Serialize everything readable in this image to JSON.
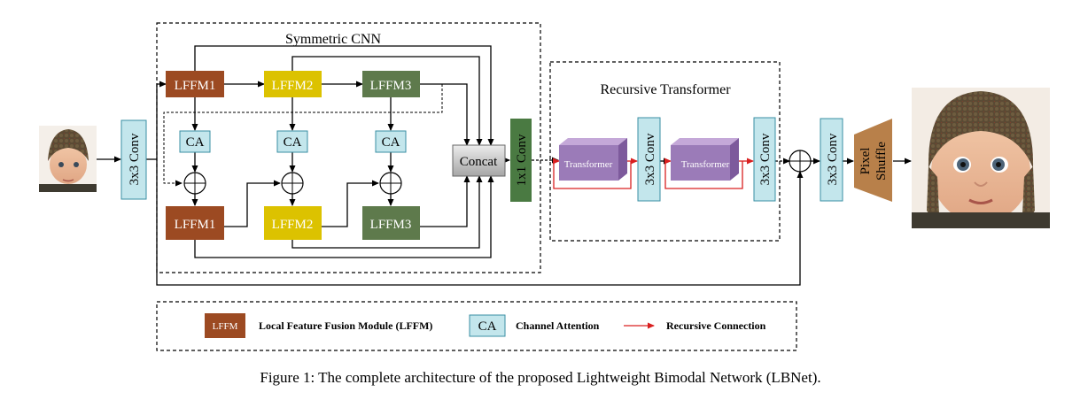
{
  "regions": {
    "symmetric_cnn": "Symmetric CNN",
    "recursive_transformer": "Recursive Transformer"
  },
  "blocks": {
    "conv_input": "3x3 Conv",
    "lffm_top": [
      "LFFM1",
      "LFFM2",
      "LFFM3"
    ],
    "lffm_bottom": [
      "LFFM1",
      "LFFM2",
      "LFFM3"
    ],
    "ca": "CA",
    "concat": "Concat",
    "conv_1x1": "1x1 Conv",
    "transformer": "Transformer",
    "conv_mid": "3x3 Conv",
    "conv_after": "3x3 Conv",
    "conv_final": "3x3 Conv",
    "pixel_shuffle_line1": "Pixel",
    "pixel_shuffle_line2": "Shuffle"
  },
  "legend": {
    "lffm_swatch": "LFFM",
    "lffm_label": "Local Feature Fusion Module (LFFM)",
    "ca_swatch": "CA",
    "ca_label": "Channel Attention",
    "recursive_label": "Recursive Connection"
  },
  "caption": "Figure 1: The complete architecture of the proposed Lightweight Bimodal Network (LBNet).",
  "colors": {
    "lffm1": "#9c4a22",
    "lffm2": "#dcc200",
    "lffm3": "#5e7a4c",
    "ca_fill": "#c3e6ec",
    "ca_stroke": "#3a8fa3",
    "conv1x1": "#4a7a42",
    "transformer_front": "#9b7bb8",
    "transformer_top": "#c4a8d8",
    "transformer_side": "#7d5a9c",
    "pixel_shuffle": "#b8804a",
    "recursive": "#d92020",
    "concat_top": "#e6e6e6",
    "concat_bottom": "#a8a8a8"
  }
}
